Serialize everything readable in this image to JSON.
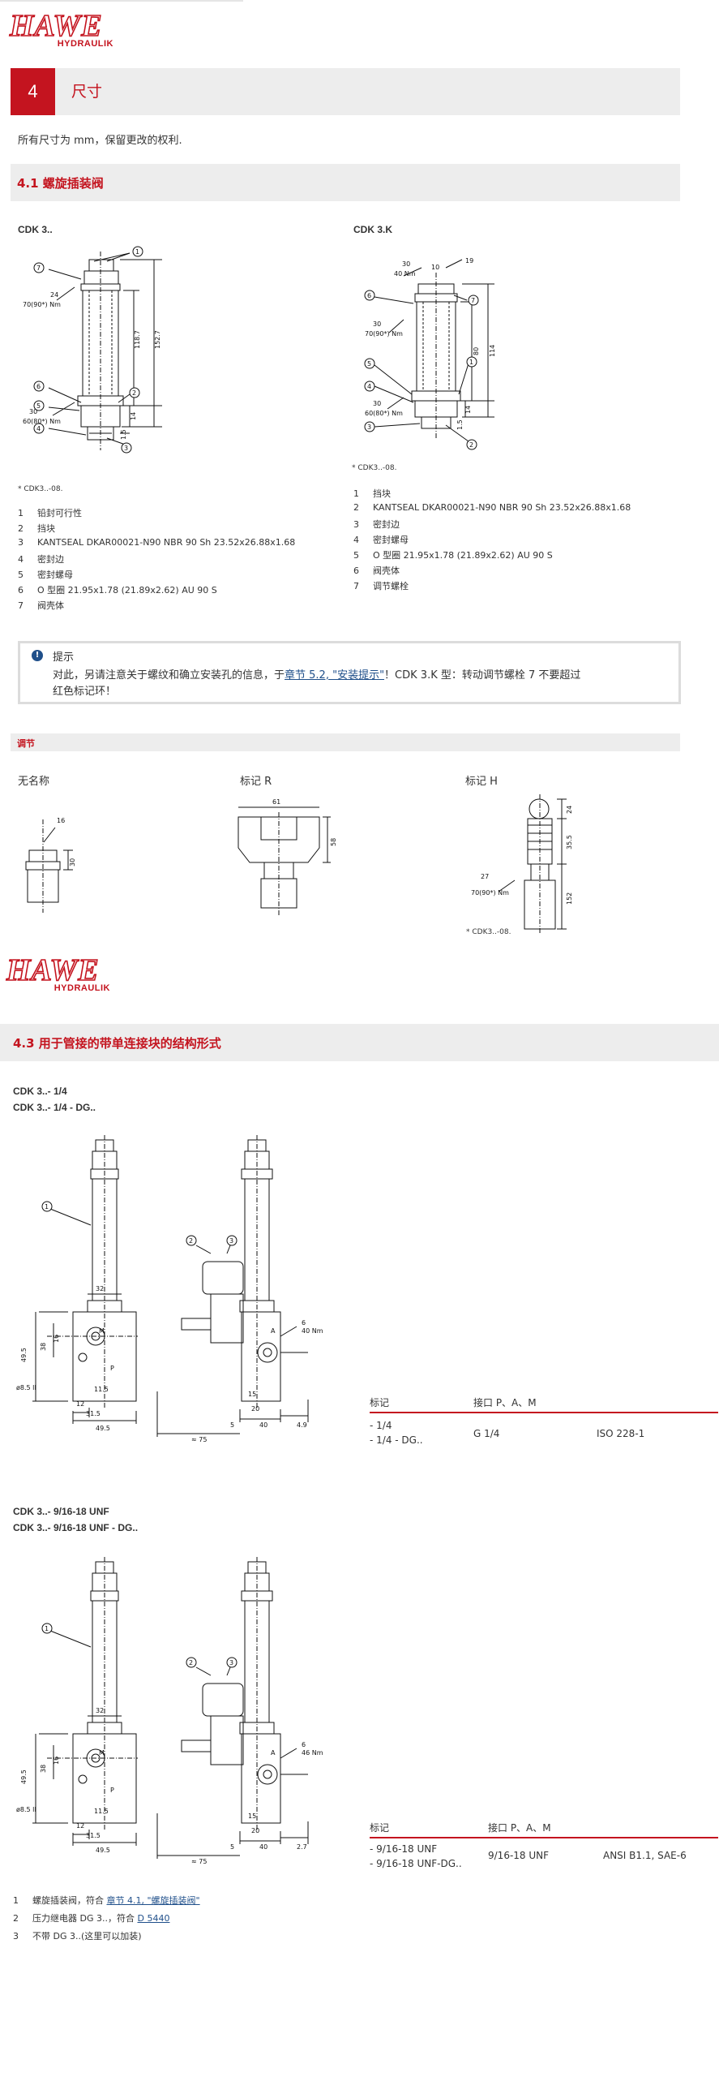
{
  "brand": {
    "word": "HAWE",
    "sub": "HYDRAULIK"
  },
  "chapter": {
    "number": "4",
    "title": "尺寸"
  },
  "intro": "所有尺寸为 mm，保留更改的权利.",
  "section_4_1": {
    "title": "4.1 螺旋插装阀"
  },
  "left_figure": {
    "title": "CDK 3..",
    "labels": {
      "torque1_a": "24",
      "torque1_b": "70(90*) Nm",
      "torque2_a": "30",
      "torque2_b": "60(80*) Nm",
      "dim1": "118.7",
      "dim2": "152.7",
      "dim3": "14",
      "dim4": "1.5"
    },
    "callouts": [
      "7",
      "1",
      "6",
      "2",
      "5",
      "4",
      "3"
    ],
    "footnote": "* CDK3..-08."
  },
  "right_figure": {
    "title": "CDK 3.K",
    "labels": {
      "t1_a": "30",
      "t1_b": "40 Nm",
      "t2": "10",
      "t3": "19",
      "t4_a": "30",
      "t4_b": "70(90*) Nm",
      "t5_a": "30",
      "t5_b": "60(80*) Nm",
      "dim1": "80",
      "dim2": "114",
      "dim3": "14",
      "dim4": "1.5"
    },
    "callouts": [
      "7",
      "6",
      "1",
      "5",
      "4",
      "3",
      "2"
    ],
    "footnote": "* CDK3..-08."
  },
  "left_parts": [
    {
      "n": "1",
      "t": "铅封可行性"
    },
    {
      "n": "2",
      "t": "挡块"
    },
    {
      "n": "3",
      "t": "KANTSEAL DKAR00021-N90 NBR 90 Sh 23.52x26.88x1.68"
    },
    {
      "n": "4",
      "t": "密封边"
    },
    {
      "n": "5",
      "t": "密封螺母"
    },
    {
      "n": "6",
      "t": "O 型圈 21.95x1.78 (21.89x2.62) AU 90 S"
    },
    {
      "n": "7",
      "t": "阀壳体"
    }
  ],
  "right_parts": [
    {
      "n": "1",
      "t": "挡块"
    },
    {
      "n": "2",
      "t": "KANTSEAL DKAR00021-N90 NBR 90 Sh 23.52x26.88x1.68"
    },
    {
      "n": "3",
      "t": "密封边"
    },
    {
      "n": "4",
      "t": "密封螺母"
    },
    {
      "n": "5",
      "t": "O 型圈 21.95x1.78 (21.89x2.62) AU 90 S"
    },
    {
      "n": "6",
      "t": "阀壳体"
    },
    {
      "n": "7",
      "t": "调节螺栓"
    }
  ],
  "note": {
    "icon": "info-icon",
    "title": "提示",
    "line1_pre": "对此，另请注意关于螺纹和确立安装孔的信息，于",
    "line1_link": "章节 5.2, \"安装提示\"",
    "line1_post": "！CDK 3.K 型：转动调节螺栓 7 不要超过",
    "line2": "红色标记环！"
  },
  "adjust": {
    "title": "调节",
    "cols": [
      {
        "label": "无名称",
        "dims": [
          "16",
          "30"
        ]
      },
      {
        "label": "标记 R",
        "dims": [
          "61",
          "58"
        ]
      },
      {
        "label": "标记 H",
        "dims": [
          "24",
          "35.5",
          "27",
          "70(90*) Nm",
          "152"
        ]
      }
    ],
    "footnote": "* CDK3..-08."
  },
  "section_4_3": {
    "title": "4.3 用于管接的带单连接块的结构形式"
  },
  "block1": {
    "titles": [
      "CDK 3..- 1/4",
      "CDK 3..- 1/4 - DG.."
    ],
    "dims": {
      "a": "32",
      "b": "49.5",
      "c": "38",
      "d": "16",
      "e": "11.5",
      "f": "12",
      "g": "31.5",
      "h": "49.5",
      "hole": "ø8.5 ll",
      "m": "M",
      "p": "P",
      "callout1": "1",
      "callout2": "2",
      "callout3": "3",
      "r_a": "A",
      "r_t": "6",
      "r_t2": "40 Nm",
      "r_15": "15",
      "r_20": "20",
      "r_5": "5",
      "r_40": "40",
      "r_49": "4.9",
      "r_75": "≈ 75"
    }
  },
  "table1": {
    "headers": [
      "标记",
      "接口 P、A、M"
    ],
    "rows": [
      {
        "c1a": "- 1/4",
        "c1b": "- 1/4 - DG..",
        "c2": "G 1/4",
        "c3": "ISO 228-1"
      }
    ]
  },
  "block2": {
    "titles": [
      "CDK 3..- 9/16-18 UNF",
      "CDK 3..- 9/16-18 UNF - DG.."
    ],
    "dims": {
      "a": "32",
      "b": "49.5",
      "c": "38",
      "d": "16",
      "e": "11.5",
      "f": "12",
      "g": "31.5",
      "h": "49.5",
      "hole": "ø8.5 ll",
      "m": "M",
      "p": "P",
      "callout1": "1",
      "callout2": "2",
      "callout3": "3",
      "r_a": "A",
      "r_t": "6",
      "r_t2": "46 Nm",
      "r_15": "15",
      "r_20": "20",
      "r_5": "5",
      "r_40": "40",
      "r_49": "2.7",
      "r_75": "≈ 75"
    }
  },
  "table2": {
    "headers": [
      "标记",
      "接口 P、A、M"
    ],
    "rows": [
      {
        "c1a": "- 9/16-18 UNF",
        "c1b": "- 9/16-18 UNF-DG..",
        "c2": "9/16-18 UNF",
        "c3": "ANSI B1.1, SAE-6"
      }
    ]
  },
  "bottom_notes": [
    {
      "n": "1",
      "pre": "螺旋插装阀，符合",
      "link": "章节 4.1, \"螺旋插装阀\""
    },
    {
      "n": "2",
      "pre": "压力继电器 DG 3..，符合",
      "link": "D 5440"
    },
    {
      "n": "3",
      "pre": "不带 DG 3..(这里可以加装)",
      "link": ""
    }
  ],
  "colors": {
    "accent": "#c4141f",
    "bar": "#ededed",
    "link": "#1f4f8a"
  }
}
